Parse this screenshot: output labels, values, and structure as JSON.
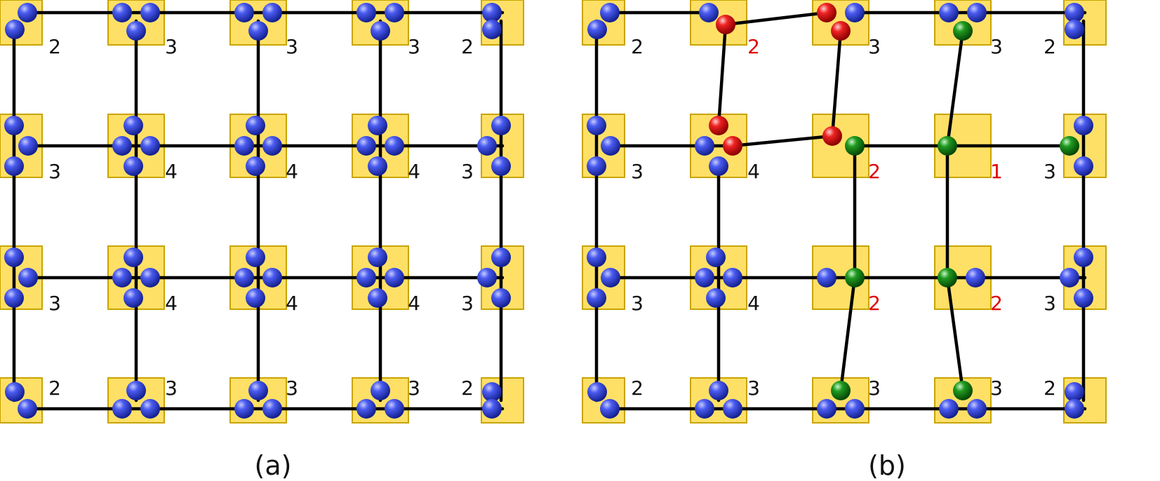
{
  "colors": {
    "square_fill": "#FFE066",
    "square_stroke": "#C9A400",
    "bond": "#000000",
    "ball_blue": "#2233CC",
    "ball_red": "#CC0000",
    "ball_green": "#0A7A0A",
    "label_normal": "#111111",
    "label_highlight": "#E00000"
  },
  "panels": [
    {
      "caption": "(a)",
      "row_labels": [
        [
          "2",
          "3",
          "3",
          "3",
          "2"
        ],
        [
          "3",
          "4",
          "4",
          "4",
          "3"
        ],
        [
          "3",
          "4",
          "4",
          "4",
          "3"
        ],
        [
          "2",
          "3",
          "3",
          "3",
          "2"
        ]
      ],
      "highlighted_labels": []
    },
    {
      "caption": "(b)",
      "row_labels": [
        [
          "2",
          "2",
          "3",
          "3",
          "2"
        ],
        [
          "3",
          "4",
          "2",
          "1",
          "3"
        ],
        [
          "3",
          "4",
          "2",
          "2",
          "3"
        ],
        [
          "2",
          "3",
          "3",
          "3",
          "2"
        ]
      ],
      "highlighted_labels": [
        [
          0,
          1
        ],
        [
          1,
          2
        ],
        [
          1,
          3
        ],
        [
          2,
          2
        ],
        [
          2,
          3
        ]
      ]
    }
  ]
}
